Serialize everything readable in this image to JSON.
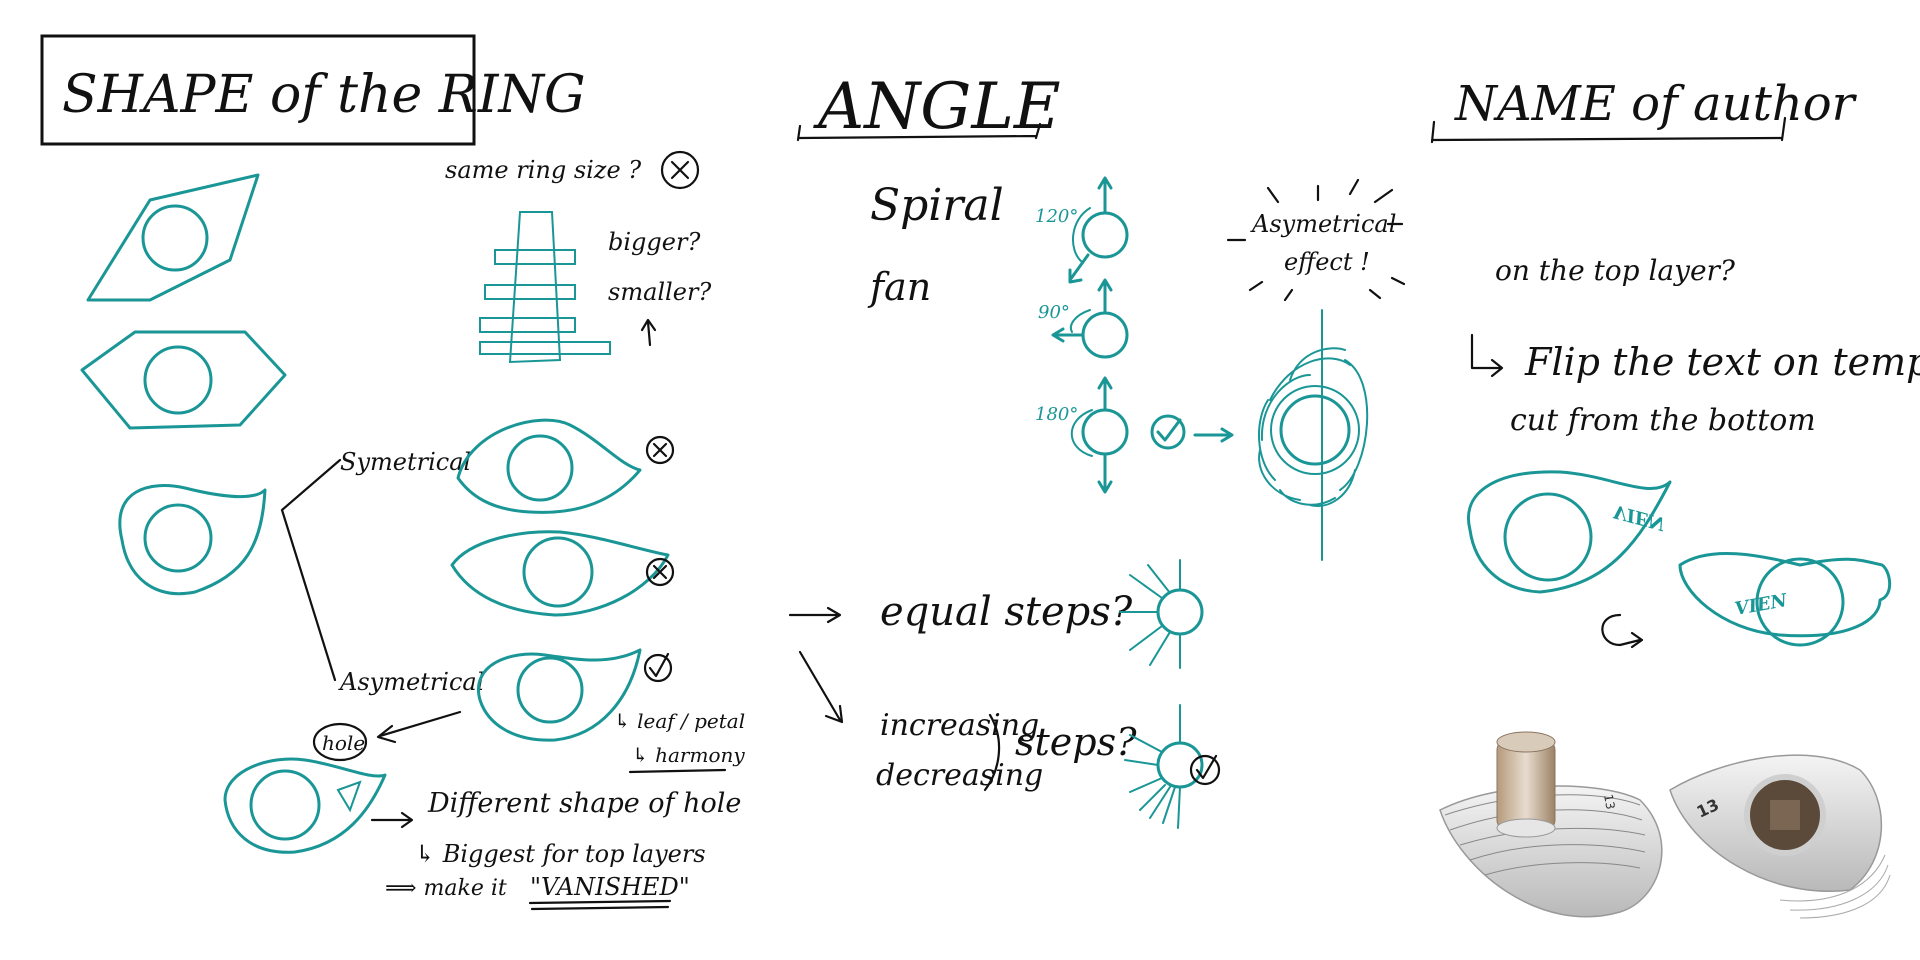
{
  "colors": {
    "accent": "#1a9696",
    "ink": "#111111",
    "background": "#ffffff"
  },
  "sections": {
    "shape": {
      "title": "SHAPE of the RING",
      "notes": {
        "same_ring_size": "same ring size ?",
        "bigger": "bigger?",
        "smaller": "smaller?",
        "symetrical": "Symetrical",
        "asymetrical": "Asymetrical",
        "leaf_petal": "↳ leaf / petal",
        "harmony": "↳ harmony",
        "hole": "hole",
        "different_shape": "Different shape of hole",
        "biggest_top": "↳ Biggest for top layers",
        "make_vanished_prefix": "⟹ make it",
        "vanished": "\"VANISHED\""
      }
    },
    "angle": {
      "title": "ANGLE",
      "notes": {
        "spiral": "Spiral",
        "fan": "fan",
        "deg_120": "120°",
        "deg_90": "90°",
        "deg_180": "180°",
        "asym_line1": "Asymetrical",
        "asym_line2": "effect !",
        "equal_steps": "equal steps?",
        "increasing": "increasing",
        "decreasing": "decreasing",
        "steps": "steps?"
      }
    },
    "author": {
      "title": "NAME of author",
      "notes": {
        "top_layer": "on the top layer?",
        "flip": "Flip the text on template",
        "cut": "cut from the bottom",
        "brand_mirrored": "VIEN",
        "brand": "VIEN",
        "photo_number_1": "13",
        "photo_number_2": "13"
      }
    }
  }
}
